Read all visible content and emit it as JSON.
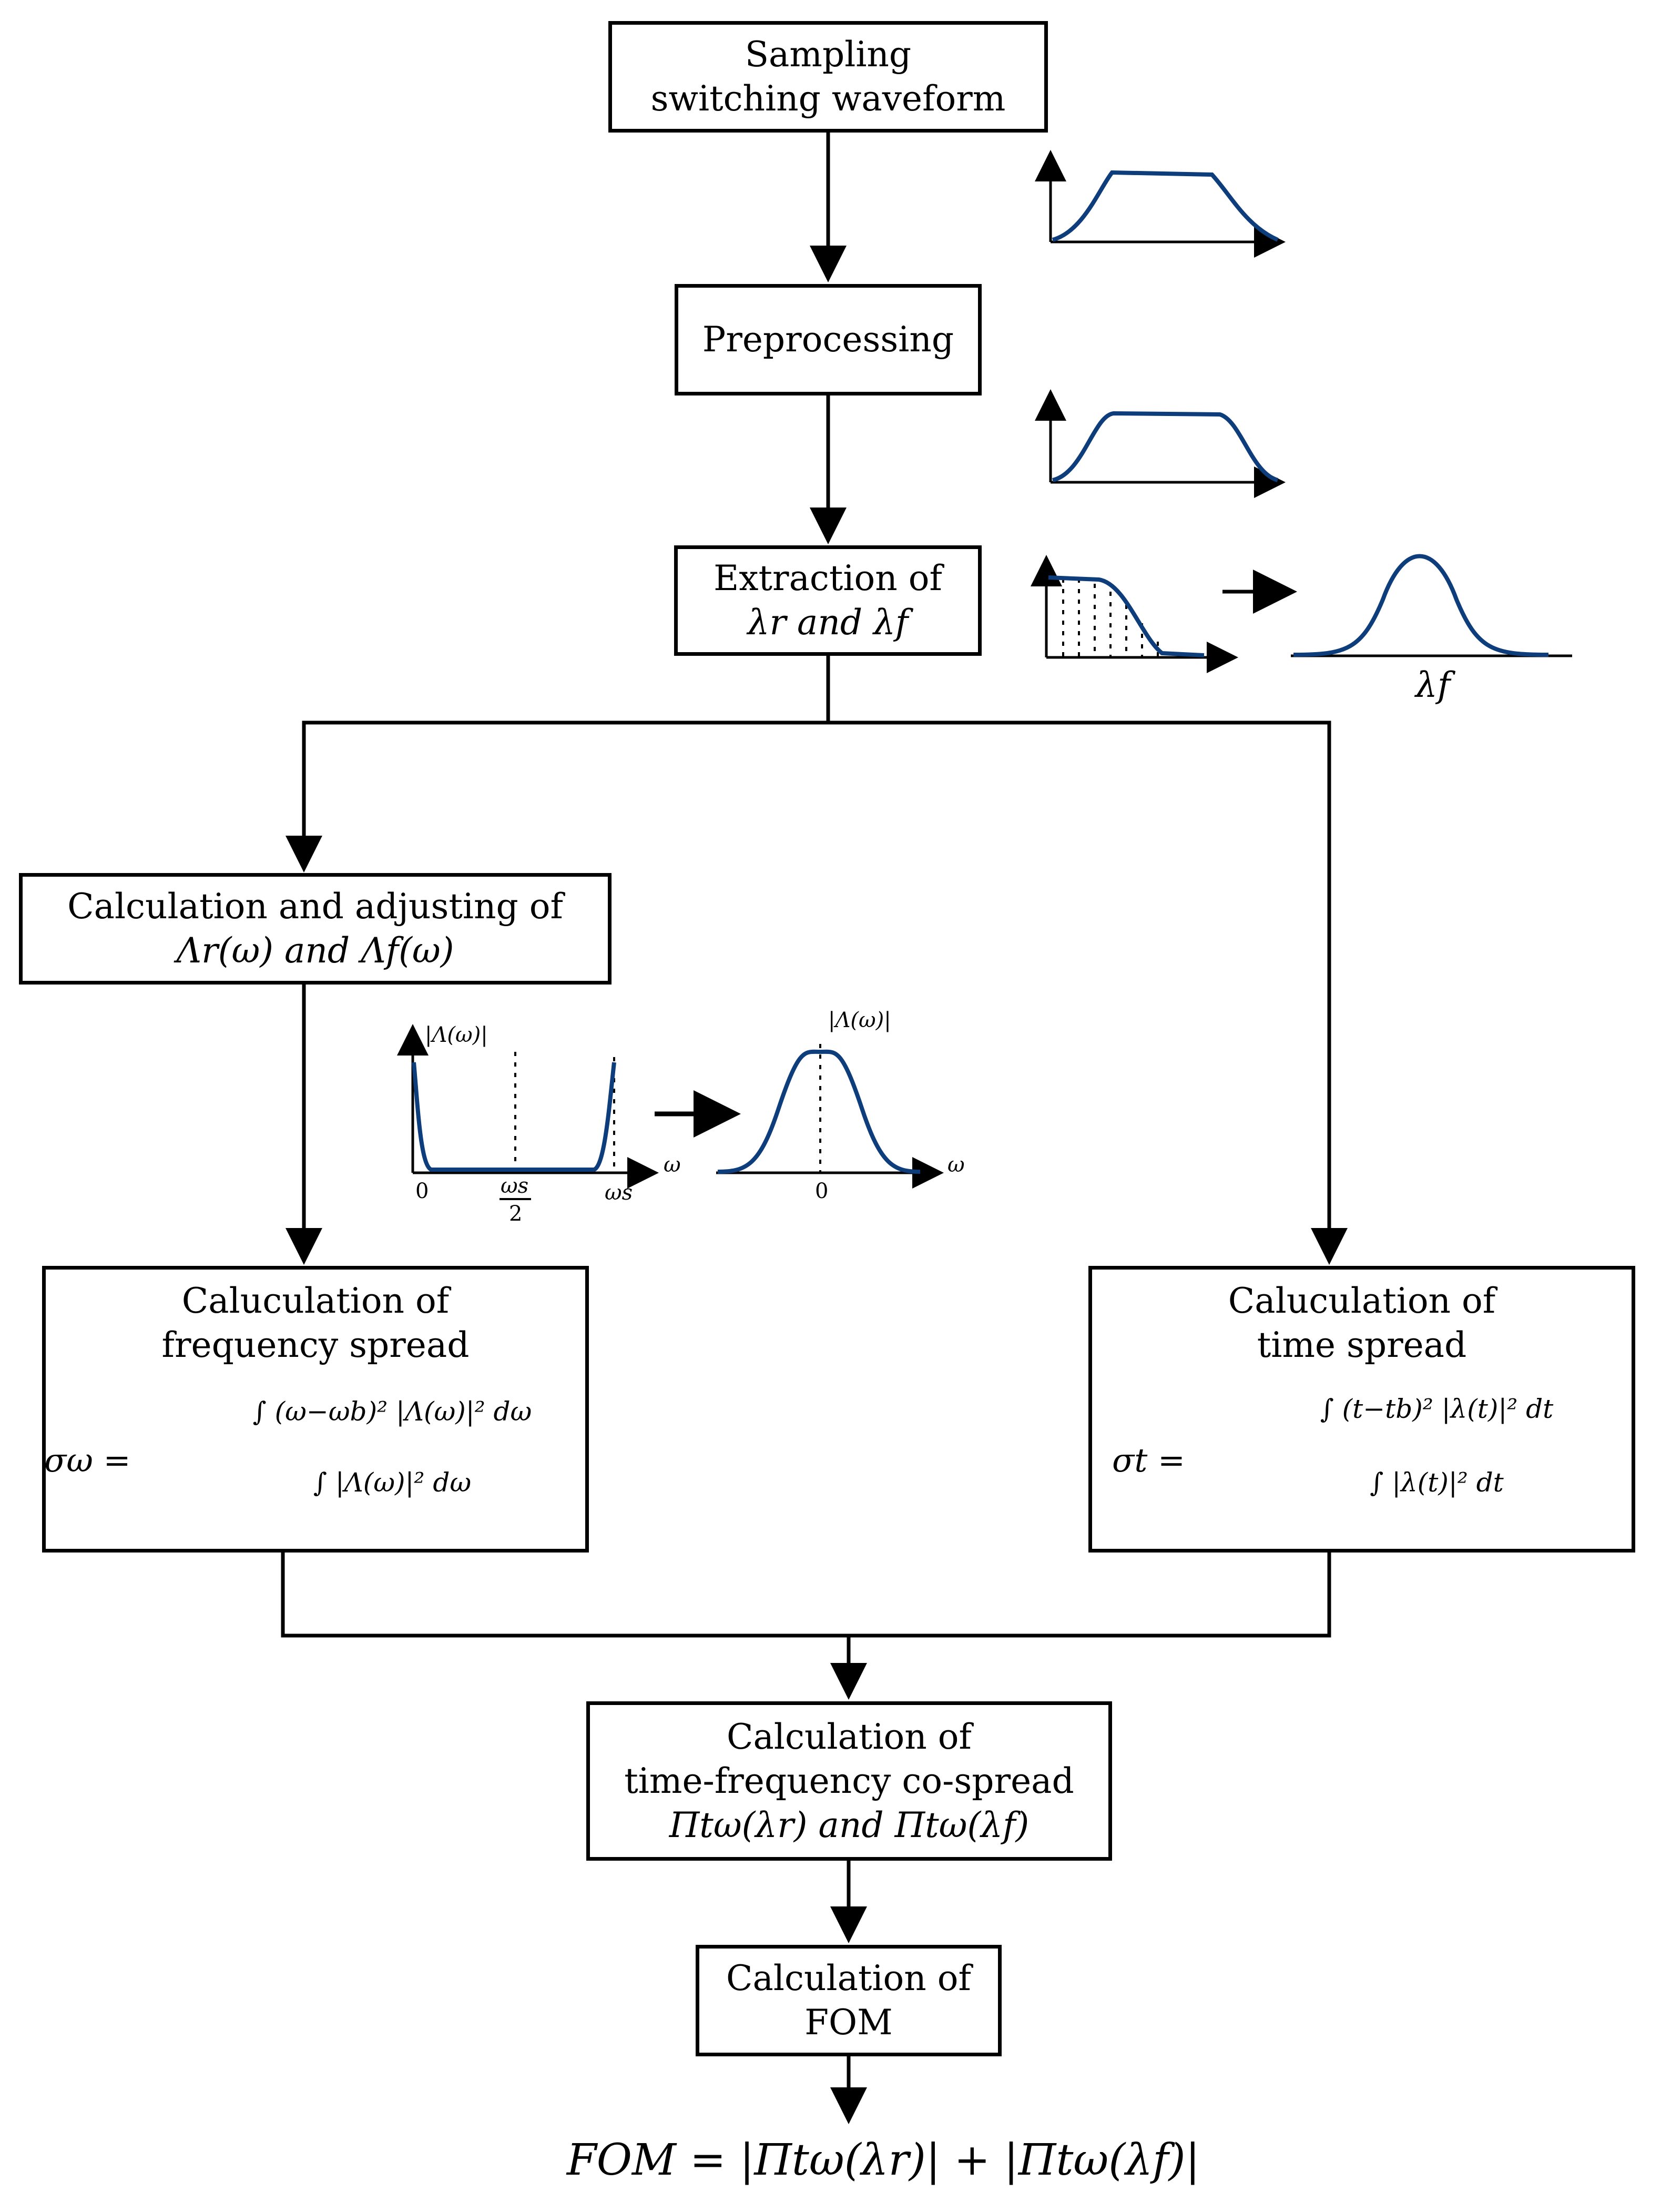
{
  "nodes": {
    "sampling": {
      "line1": "Sampling",
      "line2": "switching waveform"
    },
    "preprocessing": {
      "line1": "Preprocessing"
    },
    "extraction": {
      "line1": "Extraction of",
      "line2": "λr and λf"
    },
    "adjusting": {
      "line1": "Calculation and adjusting of",
      "line2": "Λr(ω)   and   Λf(ω)"
    },
    "freq_spread": {
      "line1": "Caluculation of",
      "line2": "frequency spread"
    },
    "time_spread": {
      "line1": "Caluculation of",
      "line2": "time spread"
    },
    "cospread": {
      "line1": "Calculation of",
      "line2": "time-frequency co-spread",
      "line3": "Πtω(λr)   and   Πtω(λf)"
    },
    "fom": {
      "line1": "Calculation of",
      "line2": "FOM"
    }
  },
  "equations": {
    "sigma_w_lhs": "σω =",
    "sigma_w_num": "∫ (ω−ωb)² |Λ(ω)|² dω",
    "sigma_w_den": "∫ |Λ(ω)|² dω",
    "sigma_t_lhs": "σt =",
    "sigma_t_num": "∫ (t−tb)² |λ(t)|² dt",
    "sigma_t_den": "∫ |λ(t)|² dt",
    "fom_formula": "FOM = |Πtω(λr)| + |Πtω(λf)|"
  },
  "insets": {
    "lambda_f_label": "λf",
    "spectrum_ylabel_left": "|Λ(ω)|",
    "spectrum_ylabel_right": "|Λ(ω)|",
    "tick_zero_left": "0",
    "tick_half_ws": "ωs",
    "tick_half_ws_den": "2",
    "tick_ws": "ωs",
    "axis_omega_left": "ω",
    "tick_zero_right": "0",
    "axis_omega_right": "ω"
  },
  "colors": {
    "curve": "#0d3d7a",
    "line": "#000000"
  }
}
